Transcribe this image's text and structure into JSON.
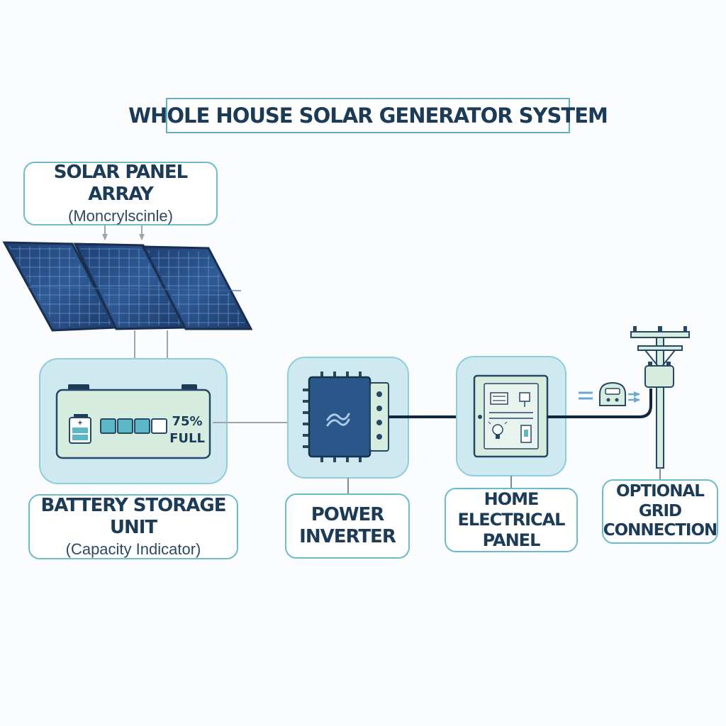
{
  "title": "WHOLE HOUSE SOLAR GENERATOR SYSTEM",
  "solar_panel": {
    "label": "SOLAR PANEL ARRAY",
    "sublabel": "(Moncrylscinle)"
  },
  "battery": {
    "label": "BATTERY STORAGE UNIT",
    "sublabel": "(Capacity Indicator)",
    "percent_text": "75%",
    "full_text": "FULL",
    "level_fraction": 0.75
  },
  "inverter": {
    "label_line1": "POWER",
    "label_line2": "INVERTER"
  },
  "home_panel": {
    "label_line1": "HOME ELECTRICAL",
    "label_line2": "PANEL"
  },
  "grid": {
    "label_line1": "OPTIONAL GRID",
    "label_line2": "CONNECTION"
  },
  "icons": {
    "battery_plus": "+",
    "inverter_symbol": "wave-icon"
  },
  "colors": {
    "accent": "#6cbccb",
    "panel_blue": "#23467a",
    "component_fill": "#d6ecdf",
    "glow": "#cfe9f1",
    "wire": "#0f2740",
    "arrow_gray": "#9aa5ae"
  }
}
